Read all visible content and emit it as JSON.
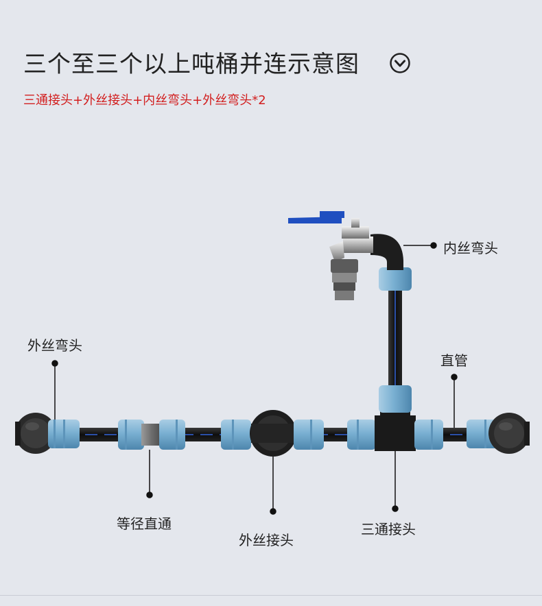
{
  "header": {
    "title": "三个至三个以上吨桶并连示意图",
    "title_icon": "chevron-down-circle-icon",
    "subtitle": "三通接头+外丝接头+内丝弯头+外丝弯头*2"
  },
  "labels": {
    "female_elbow": "内丝弯头",
    "male_elbow": "外丝弯头",
    "straight_pipe": "直管",
    "reducer_coupling": "等径直通",
    "male_adapter": "外丝接头",
    "tee_joint": "三通接头"
  },
  "colors": {
    "background": "#e4e7ed",
    "subtitle": "#d21e1e",
    "fitting_blue": "#7ab0d2",
    "pipe_black": "#1a1a1a",
    "pipe_stripe": "#2a4fa8",
    "valve_handle": "#1f4fc0"
  }
}
